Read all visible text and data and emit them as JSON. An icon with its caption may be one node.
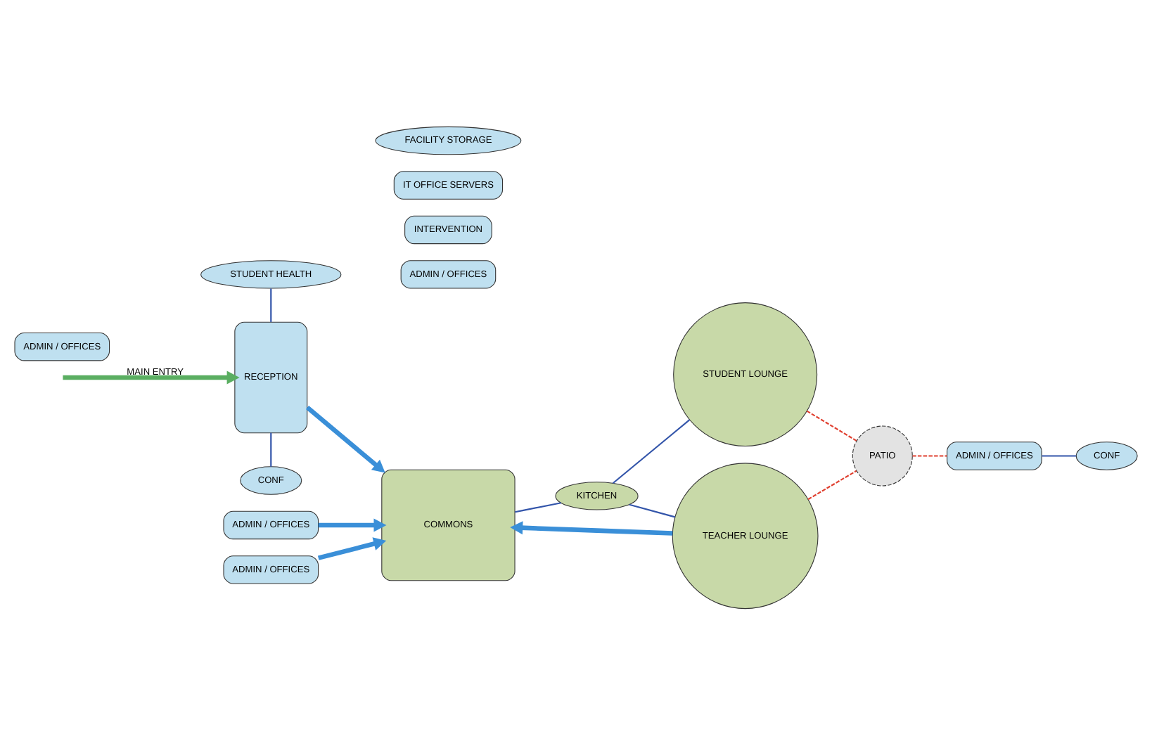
{
  "diagram": {
    "nodes": [
      {
        "text": [
          "ADMIN / OFFICES"
        ]
      },
      {
        "text": [
          "INTERVENTION"
        ]
      },
      {
        "text": [
          "IT OFFICE SERVERS"
        ]
      },
      {
        "text": [
          "FACILITY STORAGE"
        ]
      },
      {
        "text": [
          "STUDENT HEALTH"
        ]
      },
      {
        "text": [
          "RECEPTION"
        ]
      },
      {
        "text": [
          "COMMONS"
        ]
      },
      {
        "text": [
          "KITCHEN"
        ]
      },
      {
        "text": [
          "STUDENT LOUNGE"
        ]
      },
      {
        "text": [
          "TEACHER LOUNGE"
        ]
      },
      {
        "text": [
          "PATIO"
        ]
      },
      {
        "text": [
          "CONF"
        ]
      },
      {
        "text": [
          "ADMIN / OFFICES"
        ]
      },
      {
        "text": [
          "ADMIN / OFFICES"
        ]
      },
      {
        "text": [
          "ADMIN / OFFICES"
        ]
      },
      {
        "text": [
          "ADMIN / OFFICES"
        ]
      },
      {
        "text": [
          "CONF"
        ]
      }
    ],
    "edges": [
      {
        "from": null,
        "to": 5,
        "arrow": "to",
        "label": "MAIN ENTRY",
        "style": "thick",
        "color": "#5aae61"
      },
      {
        "from": 4,
        "to": 5,
        "arrow": "none"
      },
      {
        "from": 5,
        "to": 11,
        "arrow": "none"
      },
      {
        "from": 5,
        "to": 6,
        "arrow": "to",
        "style": "thick",
        "color": "#3a8fd8"
      },
      {
        "from": 6,
        "to": 7,
        "arrow": "none"
      },
      {
        "from": 7,
        "to": 8,
        "arrow": "none"
      },
      {
        "from": 7,
        "to": 9,
        "arrow": "none"
      },
      {
        "from": 9,
        "to": 6,
        "arrow": "to",
        "style": "thick",
        "color": "#3a8fd8"
      },
      {
        "from": 8,
        "to": 10,
        "arrow": "none",
        "style": "dashed",
        "color": "#e04030"
      },
      {
        "from": 9,
        "to": 10,
        "arrow": "none",
        "style": "dashed",
        "color": "#e04030"
      },
      {
        "from": 10,
        "to": 15,
        "arrow": "none",
        "style": "dashed",
        "color": "#e04030"
      },
      {
        "from": 15,
        "to": 16,
        "arrow": "none"
      },
      {
        "from": 12,
        "to": 6,
        "arrow": "to",
        "style": "thick",
        "color": "#3a8fd8"
      },
      {
        "from": 13,
        "to": 6,
        "arrow": "to",
        "style": "thick",
        "color": "#3a8fd8"
      }
    ]
  }
}
